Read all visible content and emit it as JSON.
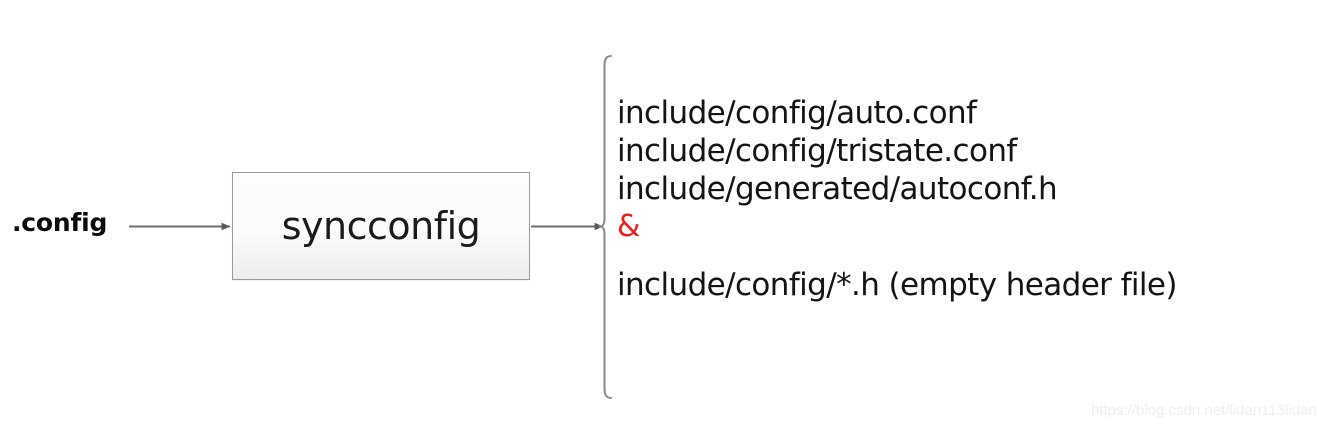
{
  "diagram": {
    "type": "flow-diagram",
    "input": {
      "label": ".config"
    },
    "process": {
      "label": "syncconfig"
    },
    "outputs": {
      "lines": [
        {
          "text": "include/config/auto.conf",
          "color": "#141414",
          "kind": "file"
        },
        {
          "text": "include/config/tristate.conf",
          "color": "#141414",
          "kind": "file"
        },
        {
          "text": "include/generated/autoconf.h",
          "color": "#141414",
          "kind": "file"
        },
        {
          "text": "&",
          "color": "#e8221e",
          "kind": "operator"
        },
        {
          "text": "include/config/*.h (empty header file)",
          "color": "#141414",
          "kind": "file"
        }
      ]
    },
    "connectors": [
      {
        "name": "config-to-syncconfig",
        "from": ".config",
        "to": "syncconfig",
        "style": "solid-arrow"
      },
      {
        "name": "syncconfig-to-outputs",
        "from": "syncconfig",
        "to": "outputs",
        "style": "solid-arrow"
      }
    ],
    "colors": {
      "line": "#6e6e6e",
      "box_border": "#9a9a9a",
      "text": "#141414",
      "accent_red": "#e8221e",
      "background": "#ffffff"
    }
  },
  "watermark": {
    "text": "https://blog.csdn.net/lidan113lidan"
  }
}
